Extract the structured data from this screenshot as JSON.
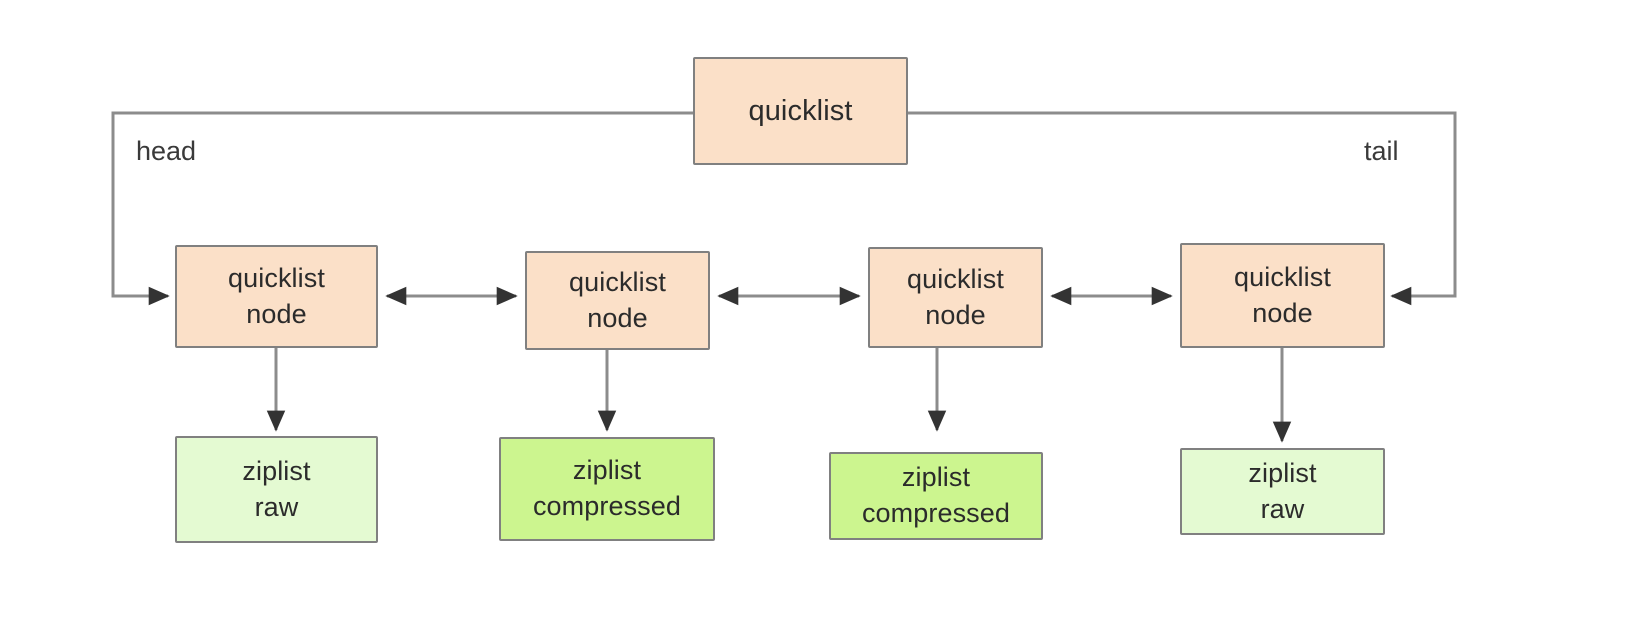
{
  "diagram": {
    "title_box": {
      "label": "quicklist",
      "fill": "#fbe0c8",
      "stroke": "#808080"
    },
    "pointer_labels": {
      "head": "head",
      "tail": "tail"
    },
    "nodes": [
      {
        "line1": "quicklist",
        "line2": "node",
        "fill": "#fbe0c8"
      },
      {
        "line1": "quicklist",
        "line2": "node",
        "fill": "#fbe0c8"
      },
      {
        "line1": "quicklist",
        "line2": "node",
        "fill": "#fbe0c8"
      },
      {
        "line1": "quicklist",
        "line2": "node",
        "fill": "#fbe0c8"
      }
    ],
    "ziplists": [
      {
        "line1": "ziplist",
        "line2": "raw",
        "state": "raw",
        "fill": "#e4fad2"
      },
      {
        "line1": "ziplist",
        "line2": "compressed",
        "state": "compressed",
        "fill": "#ccf58f"
      },
      {
        "line1": "ziplist",
        "line2": "compressed",
        "state": "compressed",
        "fill": "#ccf58f"
      },
      {
        "line1": "ziplist",
        "line2": "raw",
        "state": "raw",
        "fill": "#e4fad2"
      }
    ],
    "colors": {
      "background": "#ffffff",
      "connector": "#8c8c8c",
      "arrowhead": "#333333",
      "box_stroke": "#808080",
      "text": "#2b2b2b"
    },
    "connectors": {
      "head_pointer": "quicklist -> first quicklist node",
      "tail_pointer": "quicklist -> last quicklist node",
      "sibling_link": "bidirectional between adjacent quicklist nodes",
      "node_to_ziplist": "quicklist node -> ziplist"
    }
  }
}
